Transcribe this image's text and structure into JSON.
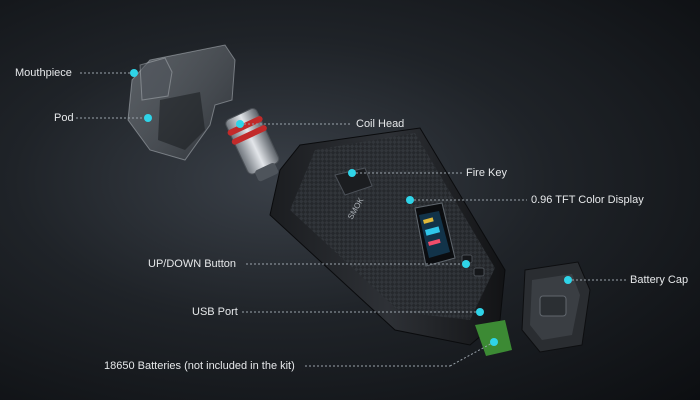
{
  "brand_logo": "SMOK",
  "colors": {
    "background": "#15181c",
    "accent_dot": "#2fd4e8",
    "leader_line": "#9aa3ab",
    "label_text": "#e6e8ea"
  },
  "callouts": [
    {
      "id": "mouthpiece",
      "label": "Mouthpiece"
    },
    {
      "id": "pod",
      "label": "Pod"
    },
    {
      "id": "coil-head",
      "label": "Coil Head"
    },
    {
      "id": "fire-key",
      "label": "Fire Key"
    },
    {
      "id": "display",
      "label": "0.96 TFT Color Display"
    },
    {
      "id": "up-down-button",
      "label": "UP/DOWN Button"
    },
    {
      "id": "battery-cap",
      "label": "Battery Cap"
    },
    {
      "id": "usb-port",
      "label": "USB Port"
    },
    {
      "id": "batteries",
      "label": "18650 Batteries (not included in the kit)"
    }
  ]
}
